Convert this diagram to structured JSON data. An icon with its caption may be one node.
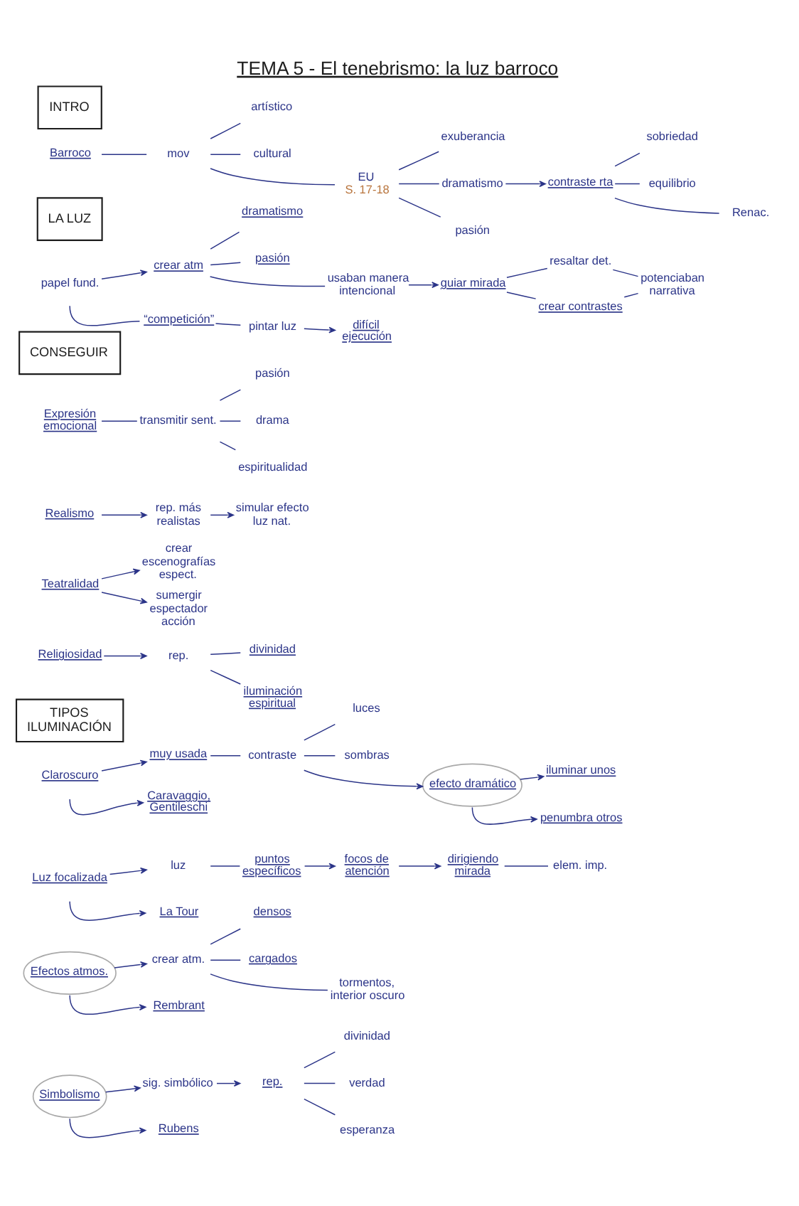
{
  "diagram": {
    "title": "TEMA 5 - El tenebrismo: la luz barroco",
    "nodes": [
      {
        "text": [
          "INTRO"
        ]
      },
      {
        "text": [
          "Barroco"
        ]
      },
      {
        "text": [
          "mov"
        ]
      },
      {
        "text": [
          "artístico"
        ]
      },
      {
        "text": [
          "cultural"
        ]
      },
      {
        "text": [
          "EU",
          "S. 17-18"
        ]
      },
      {
        "text": [
          "exuberancia"
        ]
      },
      {
        "text": [
          "dramatismo"
        ]
      },
      {
        "text": [
          "pasión"
        ]
      },
      {
        "text": [
          "contraste rta"
        ]
      },
      {
        "text": [
          "sobriedad"
        ]
      },
      {
        "text": [
          "equilibrio"
        ]
      },
      {
        "text": [
          "Renac."
        ]
      },
      {
        "text": [
          "LA LUZ"
        ]
      },
      {
        "text": [
          "papel fund."
        ]
      },
      {
        "text": [
          "crear atm"
        ]
      },
      {
        "text": [
          "dramatismo"
        ]
      },
      {
        "text": [
          "pasión"
        ]
      },
      {
        "text": [
          "usaban manera intencional"
        ]
      },
      {
        "text": [
          "guiar mirada"
        ]
      },
      {
        "text": [
          "resaltar det."
        ]
      },
      {
        "text": [
          "crear contrastes"
        ]
      },
      {
        "text": [
          "potenciaban narrativa"
        ]
      },
      {
        "text": [
          "“competición”"
        ]
      },
      {
        "text": [
          "pintar luz"
        ]
      },
      {
        "text": [
          "difícil ejecución"
        ]
      },
      {
        "text": [
          "CONSEGUIR"
        ]
      },
      {
        "text": [
          "Expresión emocional"
        ]
      },
      {
        "text": [
          "transmitir sent."
        ]
      },
      {
        "text": [
          "pasión"
        ]
      },
      {
        "text": [
          "drama"
        ]
      },
      {
        "text": [
          "espiritualidad"
        ]
      },
      {
        "text": [
          "Realismo"
        ]
      },
      {
        "text": [
          "rep. más realistas"
        ]
      },
      {
        "text": [
          "simular efecto luz nat."
        ]
      },
      {
        "text": [
          "Teatralidad"
        ]
      },
      {
        "text": [
          "crear escenografías espect."
        ]
      },
      {
        "text": [
          "sumergir espectador acción"
        ]
      },
      {
        "text": [
          "Religiosidad"
        ]
      },
      {
        "text": [
          "rep."
        ]
      },
      {
        "text": [
          "divinidad"
        ]
      },
      {
        "text": [
          "iluminación espiritual"
        ]
      },
      {
        "text": [
          "TIPOS ILUMINACIÓN"
        ]
      },
      {
        "text": [
          "Claroscuro"
        ]
      },
      {
        "text": [
          "muy usada"
        ]
      },
      {
        "text": [
          "contraste"
        ]
      },
      {
        "text": [
          "luces"
        ]
      },
      {
        "text": [
          "sombras"
        ]
      },
      {
        "text": [
          "efecto dramático"
        ]
      },
      {
        "text": [
          "iluminar unos"
        ]
      },
      {
        "text": [
          "penumbra otros"
        ]
      },
      {
        "text": [
          "Caravaggio, Gentileschi"
        ]
      },
      {
        "text": [
          "Luz focalizada"
        ]
      },
      {
        "text": [
          "luz"
        ]
      },
      {
        "text": [
          "puntos específicos"
        ]
      },
      {
        "text": [
          "focos de atención"
        ]
      },
      {
        "text": [
          "dirigiendo mirada"
        ]
      },
      {
        "text": [
          "elem. imp."
        ]
      },
      {
        "text": [
          "La Tour"
        ]
      },
      {
        "text": [
          "Efectos atmos."
        ]
      },
      {
        "text": [
          "crear atm."
        ]
      },
      {
        "text": [
          "densos"
        ]
      },
      {
        "text": [
          "cargados"
        ]
      },
      {
        "text": [
          "tormentos, interior oscuro"
        ]
      },
      {
        "text": [
          "Rembrant"
        ]
      },
      {
        "text": [
          "Simbolismo"
        ]
      },
      {
        "text": [
          "sig. simbólico"
        ]
      },
      {
        "text": [
          "rep."
        ]
      },
      {
        "text": [
          "divinidad"
        ]
      },
      {
        "text": [
          "verdad"
        ]
      },
      {
        "text": [
          "esperanza"
        ]
      },
      {
        "text": [
          "Rubens"
        ]
      }
    ],
    "edges": [
      {
        "from": 1,
        "to": 2,
        "arrow": "none"
      },
      {
        "from": 2,
        "to": 3,
        "arrow": "none"
      },
      {
        "from": 2,
        "to": 4,
        "arrow": "none"
      },
      {
        "from": 2,
        "to": 5,
        "arrow": "none"
      },
      {
        "from": 5,
        "to": 6,
        "arrow": "none"
      },
      {
        "from": 5,
        "to": 7,
        "arrow": "none"
      },
      {
        "from": 5,
        "to": 8,
        "arrow": "none"
      },
      {
        "from": 7,
        "to": 9,
        "arrow": "to"
      },
      {
        "from": 9,
        "to": 10,
        "arrow": "none"
      },
      {
        "from": 9,
        "to": 11,
        "arrow": "none"
      },
      {
        "from": 9,
        "to": 12,
        "arrow": "none"
      },
      {
        "from": 14,
        "to": 15,
        "arrow": "to"
      },
      {
        "from": 15,
        "to": 16,
        "arrow": "none"
      },
      {
        "from": 15,
        "to": 17,
        "arrow": "none"
      },
      {
        "from": 15,
        "to": 18,
        "arrow": "none"
      },
      {
        "from": 18,
        "to": 19,
        "arrow": "to"
      },
      {
        "from": 19,
        "to": 20,
        "arrow": "none"
      },
      {
        "from": 19,
        "to": 21,
        "arrow": "none"
      },
      {
        "from": 20,
        "to": 22,
        "arrow": "none"
      },
      {
        "from": 21,
        "to": 22,
        "arrow": "none"
      },
      {
        "from": 14,
        "to": 23,
        "arrow": "none"
      },
      {
        "from": 23,
        "to": 24,
        "arrow": "none"
      },
      {
        "from": 24,
        "to": 25,
        "arrow": "to"
      },
      {
        "from": 27,
        "to": 28,
        "arrow": "none"
      },
      {
        "from": 28,
        "to": 29,
        "arrow": "none"
      },
      {
        "from": 28,
        "to": 30,
        "arrow": "none"
      },
      {
        "from": 28,
        "to": 31,
        "arrow": "none"
      },
      {
        "from": 32,
        "to": 33,
        "arrow": "to"
      },
      {
        "from": 33,
        "to": 34,
        "arrow": "to"
      },
      {
        "from": 35,
        "to": 36,
        "arrow": "to"
      },
      {
        "from": 35,
        "to": 37,
        "arrow": "to"
      },
      {
        "from": 38,
        "to": 39,
        "arrow": "to"
      },
      {
        "from": 39,
        "to": 40,
        "arrow": "none"
      },
      {
        "from": 39,
        "to": 41,
        "arrow": "none"
      },
      {
        "from": 43,
        "to": 44,
        "arrow": "to"
      },
      {
        "from": 44,
        "to": 45,
        "arrow": "none"
      },
      {
        "from": 45,
        "to": 46,
        "arrow": "none"
      },
      {
        "from": 45,
        "to": 47,
        "arrow": "none"
      },
      {
        "from": 45,
        "to": 48,
        "arrow": "to"
      },
      {
        "from": 48,
        "to": 49,
        "arrow": "to"
      },
      {
        "from": 48,
        "to": 50,
        "arrow": "to"
      },
      {
        "from": 43,
        "to": 51,
        "arrow": "to"
      },
      {
        "from": 52,
        "to": 53,
        "arrow": "to"
      },
      {
        "from": 53,
        "to": 54,
        "arrow": "none"
      },
      {
        "from": 54,
        "to": 55,
        "arrow": "to"
      },
      {
        "from": 55,
        "to": 56,
        "arrow": "to"
      },
      {
        "from": 56,
        "to": 57,
        "arrow": "none"
      },
      {
        "from": 52,
        "to": 58,
        "arrow": "to"
      },
      {
        "from": 59,
        "to": 60,
        "arrow": "to"
      },
      {
        "from": 60,
        "to": 61,
        "arrow": "none"
      },
      {
        "from": 60,
        "to": 62,
        "arrow": "none"
      },
      {
        "from": 60,
        "to": 63,
        "arrow": "none"
      },
      {
        "from": 59,
        "to": 64,
        "arrow": "to"
      },
      {
        "from": 65,
        "to": 66,
        "arrow": "to"
      },
      {
        "from": 66,
        "to": 67,
        "arrow": "to"
      },
      {
        "from": 67,
        "to": 68,
        "arrow": "none"
      },
      {
        "from": 67,
        "to": 69,
        "arrow": "none"
      },
      {
        "from": 67,
        "to": 70,
        "arrow": "none"
      },
      {
        "from": 65,
        "to": 71,
        "arrow": "to"
      }
    ]
  }
}
